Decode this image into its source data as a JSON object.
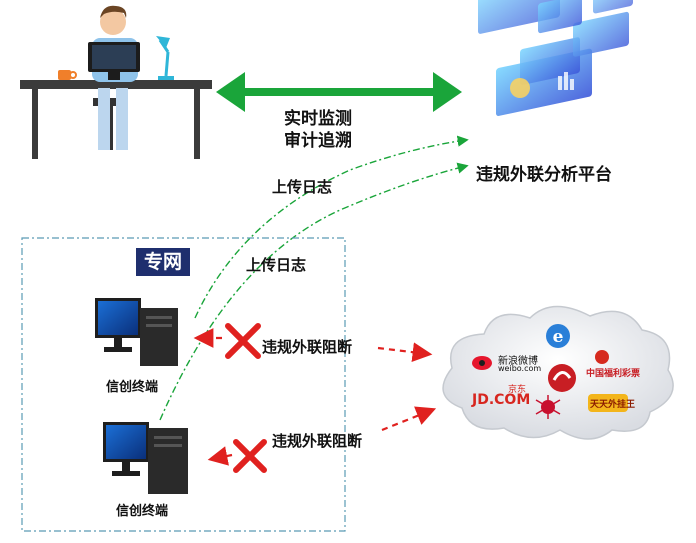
{
  "top_labels": {
    "monitoring": "实时监测",
    "audit": "审计追溯",
    "platform": "违规外联分析平台"
  },
  "upload_labels": [
    "上传日志",
    "上传日志"
  ],
  "network_label": "专网",
  "terminals": [
    {
      "label": "信创终端",
      "block_label": "违规外联阻断"
    },
    {
      "label": "信创终端",
      "block_label": "违规外联阻断"
    }
  ],
  "internet_cloud": {
    "logos": [
      "新浪微博",
      "weibo.com",
      "JD.COM",
      "京东",
      "中国福利彩票",
      "天天外挂王"
    ]
  },
  "colors": {
    "accent_green": "#1aa53a",
    "block_red": "#e0211f",
    "dashed_border": "#5b9bb5",
    "badge_bg": "#1f2f6e"
  }
}
